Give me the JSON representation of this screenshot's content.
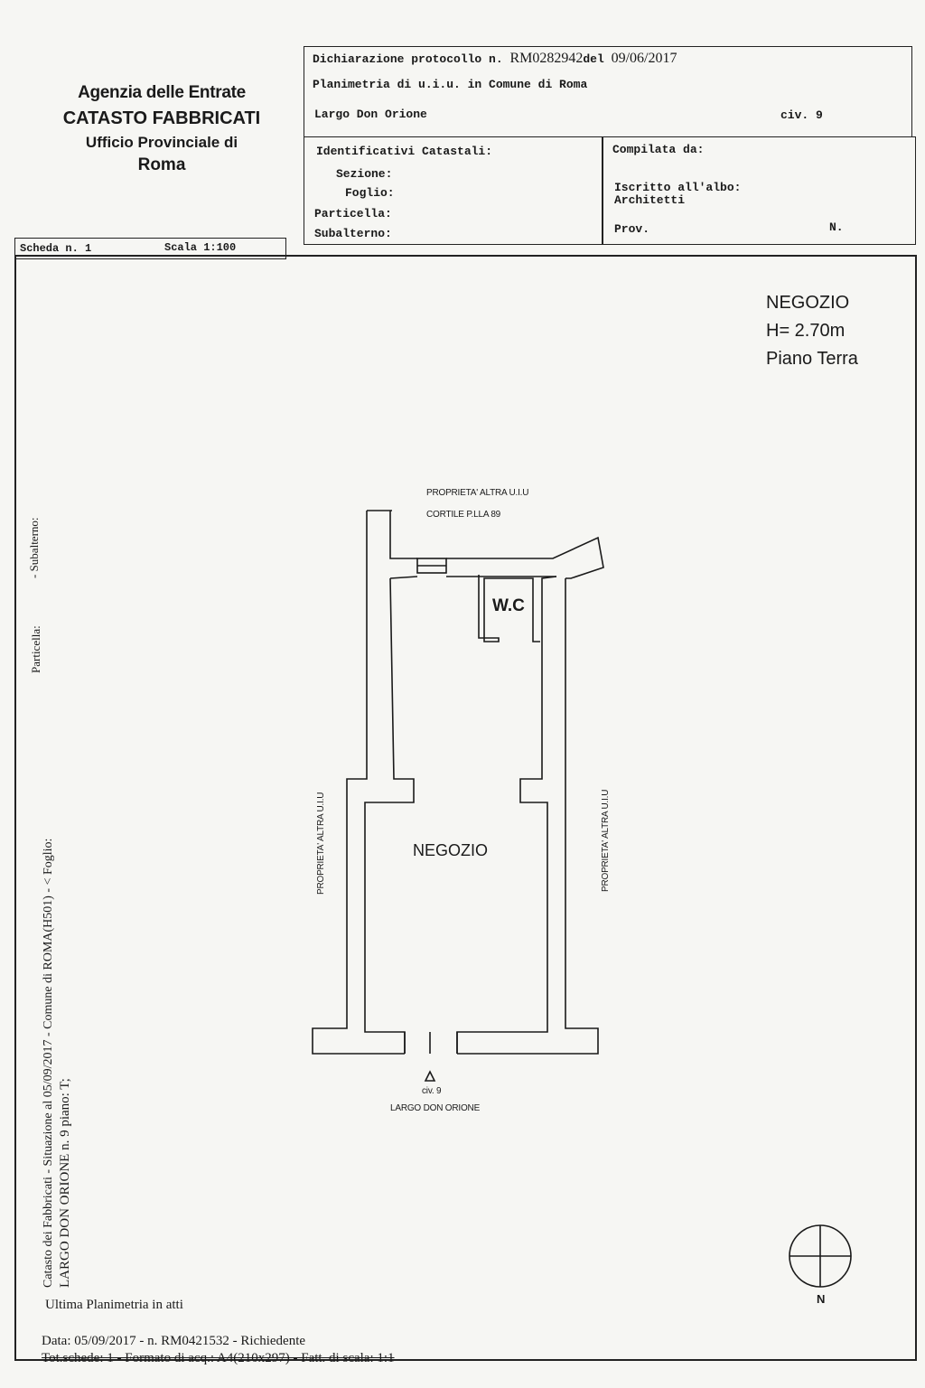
{
  "agency": {
    "line1": "Agenzia delle Entrate",
    "line2": "CATASTO FABBRICATI",
    "line3": "Ufficio Provinciale di",
    "line4": "Roma"
  },
  "header": {
    "protocol_prefix": "Dichiarazione protocollo n.",
    "protocol_number": "RM0282942",
    "protocol_del": "del",
    "protocol_date": "09/06/2017",
    "planimetria": "Planimetria di u.i.u. in Comune di Roma",
    "address": "Largo Don Orione",
    "civ": "civ. 9"
  },
  "identifiers": {
    "title": "Identificativi Catastali:",
    "sezione": "Sezione:",
    "foglio": "Foglio:",
    "particella": "Particella:",
    "subalterno": "Subalterno:"
  },
  "compiled": {
    "title": "Compilata da:",
    "iscritto": "Iscritto all'albo:",
    "albo": "Architetti",
    "prov": "Prov.",
    "n": "N."
  },
  "scheda": {
    "label": "Scheda n. 1",
    "scala": "Scala 1:100"
  },
  "plan_note": {
    "title": "NEGOZIO",
    "height": "H= 2.70m",
    "floor": "Piano Terra"
  },
  "plan": {
    "north_neighbor": "PROPRIETA' ALTRA U.I.U",
    "courtyard": "CORTILE P.LLA 89",
    "wc": "W.C",
    "room": "NEGOZIO",
    "left_neighbor": "PROPRIETA' ALTRA U.I.U",
    "right_neighbor": "PROPRIETA' ALTRA U.I.U",
    "entrance_civ": "civ. 9",
    "street": "LARGO DON ORIONE",
    "north": "N"
  },
  "side_text": {
    "line1": "Catasto dei Fabbricati - Situazione al 05/09/2017 - Comune di ROMA(H501) - < Foglio:",
    "particella": "Particella:",
    "subalterno": "- Subalterno:",
    "line2": "LARGO DON ORIONE n. 9 piano: T;"
  },
  "footer": {
    "last_plan": "Ultima Planimetria in atti",
    "data_line": "Data: 05/09/2017 - n. RM0421532 - Richiedente",
    "tot_line": "Tot.schede: 1 - Formato di acq.: A4(210x297) - Fatt. di scala: 1:1"
  }
}
